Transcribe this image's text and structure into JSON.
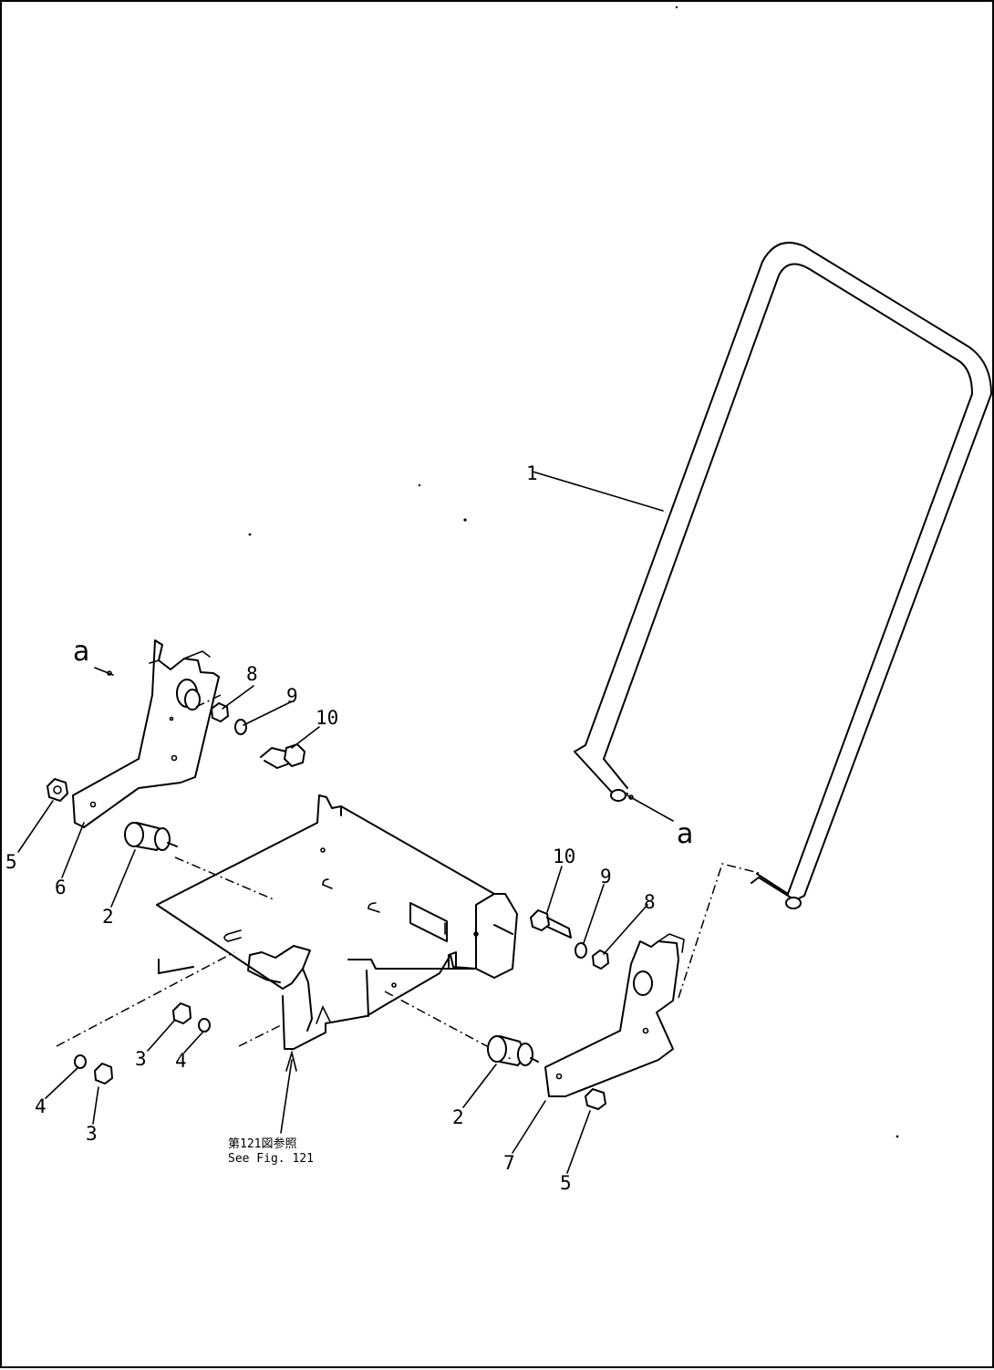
{
  "callouts": {
    "part_1": "1",
    "part_2_left": "2",
    "part_2_right": "2",
    "part_3_upper": "3",
    "part_3_lower": "3",
    "part_4_upper": "4",
    "part_4_lower": "4",
    "part_5_left": "5",
    "part_5_right": "5",
    "part_6": "6",
    "part_7": "7",
    "part_8_left": "8",
    "part_8_right": "8",
    "part_9_left": "9",
    "part_9_right": "9",
    "part_10_left": "10",
    "part_10_right": "10",
    "ref_a_left": "a",
    "ref_a_right": "a"
  },
  "reference_note": {
    "line1": "第121図参照",
    "line2": "See Fig. 121"
  },
  "colors": {
    "line": "#000000",
    "background": "#ffffff"
  }
}
